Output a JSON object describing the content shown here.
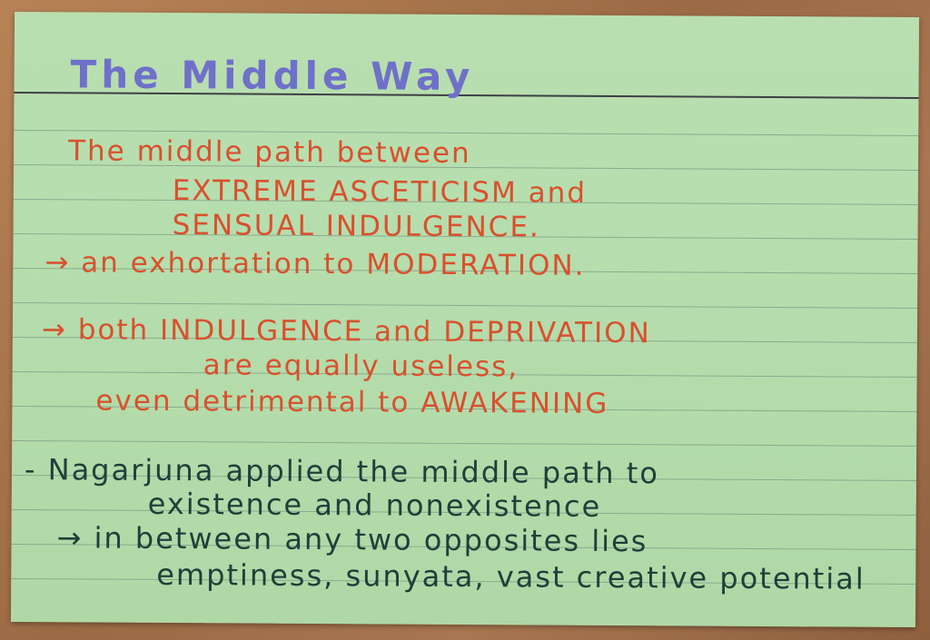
{
  "card": {
    "title": "The Middle Way",
    "lines": [
      "The middle path between",
      "EXTREME ASCETICISM and",
      "SENSUAL INDULGENCE.",
      "→ an exhortation to MODERATION.",
      "→ both INDULGENCE and DEPRIVATION",
      "are equally useless,",
      "even detrimental to AWAKENING",
      "- Nagarjuna applied the middle path to",
      "existence and nonexistence",
      "→ in between any two opposites lies",
      "emptiness, sunyata, vast creative potential"
    ],
    "inks": {
      "title": "#6f70c9",
      "red": "#d9502e",
      "dark": "#1f3f3a",
      "paper": "#b9dfb0"
    }
  }
}
